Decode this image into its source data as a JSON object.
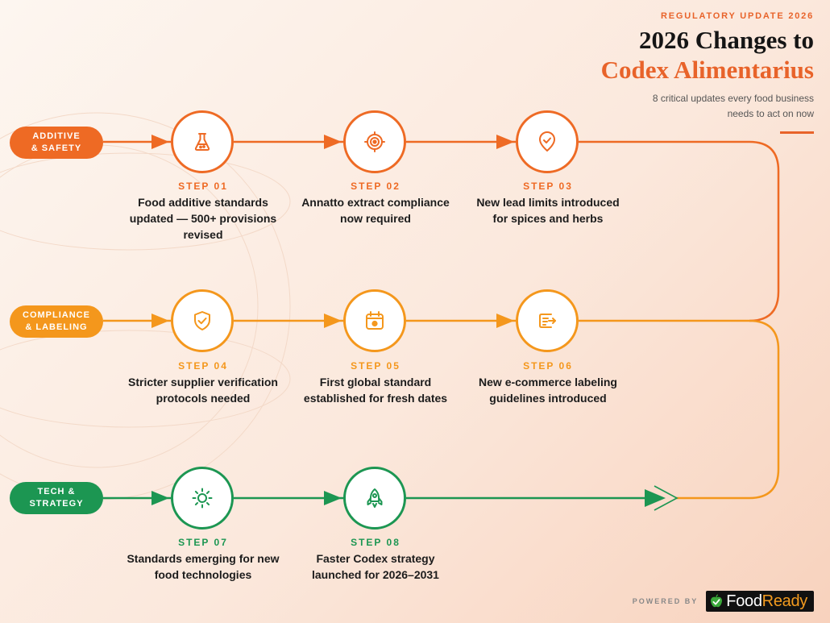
{
  "header": {
    "kicker": "REGULATORY UPDATE 2026",
    "title_line1": "2026 Changes to",
    "title_line2": "Codex Alimentarius",
    "subtitle_line1": "8 critical updates every food business",
    "subtitle_line2": "needs to act on now"
  },
  "categories": [
    {
      "label_line1": "ADDITIVE",
      "label_line2": "& SAFETY",
      "color": "#ee6a24"
    },
    {
      "label_line1": "COMPLIANCE",
      "label_line2": "& LABELING",
      "color": "#f4971c"
    },
    {
      "label_line1": "TECH &",
      "label_line2": "STRATEGY",
      "color": "#1c9652"
    }
  ],
  "steps": [
    {
      "label": "STEP 01",
      "icon": "flask-icon",
      "line1": "Food additive standards",
      "line2": "updated — 500+ provisions",
      "line3": "revised"
    },
    {
      "label": "STEP 02",
      "icon": "target-icon",
      "line1": "Annatto extract compliance",
      "line2": "now required"
    },
    {
      "label": "STEP 03",
      "icon": "shield-location-check-icon",
      "line1": "New lead limits introduced",
      "line2": "for spices and herbs"
    },
    {
      "label": "STEP 04",
      "icon": "shield-check-icon",
      "line1": "Stricter supplier verification",
      "line2": "protocols needed"
    },
    {
      "label": "STEP 05",
      "icon": "calendar-icon",
      "line1": "First global standard",
      "line2": "established for fresh dates"
    },
    {
      "label": "STEP 06",
      "icon": "label-arrow-icon",
      "line1": "New e-commerce labeling",
      "line2": "guidelines introduced"
    },
    {
      "label": "STEP 07",
      "icon": "sun-gear-icon",
      "line1": "Standards emerging for new",
      "line2": "food technologies"
    },
    {
      "label": "STEP 08",
      "icon": "rocket-icon",
      "line1": "Faster Codex strategy",
      "line2": "launched for 2026–2031"
    }
  ],
  "footer": {
    "powered_by": "POWERED BY",
    "logo_word1": "Food",
    "logo_word2": "Ready"
  }
}
